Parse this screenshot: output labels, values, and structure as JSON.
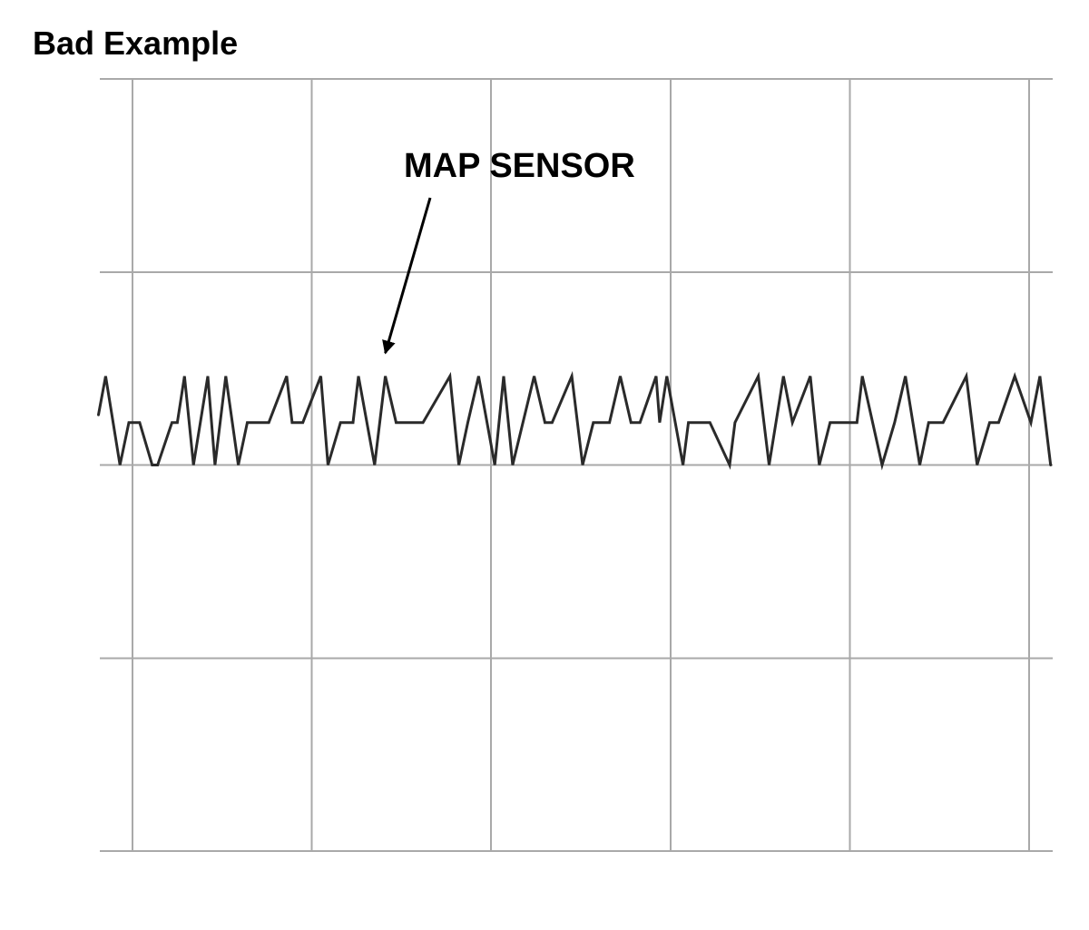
{
  "title": "Bad Example",
  "chart_data": {
    "type": "line",
    "title": "Bad Example",
    "xlabel": "",
    "ylabel": "",
    "xlim": [
      0,
      5.3
    ],
    "ylim": [
      0,
      4
    ],
    "grid": true,
    "x_grid_divisions": [
      0,
      1,
      2,
      3,
      4,
      5
    ],
    "y_grid_divisions": [
      0,
      1,
      2,
      3,
      4
    ],
    "annotations": [
      {
        "text": "MAP SENSOR",
        "points_to": {
          "x": 1.41,
          "y": 2.58
        }
      }
    ],
    "series": [
      {
        "name": "MAP SENSOR",
        "color": "#2a2a2a",
        "x": [
          -0.19,
          -0.15,
          -0.07,
          -0.02,
          0.04,
          0.11,
          0.14,
          0.22,
          0.25,
          0.29,
          0.34,
          0.42,
          0.46,
          0.52,
          0.59,
          0.64,
          0.7,
          0.76,
          0.86,
          0.89,
          0.95,
          1.05,
          1.09,
          1.16,
          1.23,
          1.26,
          1.35,
          1.41,
          1.47,
          1.55,
          1.57,
          1.62,
          1.77,
          1.82,
          1.87,
          1.93,
          2.02,
          2.07,
          2.12,
          2.24,
          2.3,
          2.34,
          2.45,
          2.51,
          2.57,
          2.66,
          2.72,
          2.78,
          2.83,
          2.92,
          2.94,
          2.98,
          3.07,
          3.1,
          3.15,
          3.19,
          3.22,
          3.33,
          3.36,
          3.49,
          3.55,
          3.63,
          3.68,
          3.78,
          3.83,
          3.89,
          3.96,
          4.04,
          4.07,
          4.18,
          4.25,
          4.31,
          4.39,
          4.44,
          4.52,
          4.65,
          4.71,
          4.78,
          4.83,
          4.92,
          5.01,
          5.06,
          5.12
        ],
        "y": [
          2.26,
          2.46,
          2.0,
          2.22,
          2.22,
          2.0,
          2.0,
          2.22,
          2.22,
          2.46,
          2.0,
          2.46,
          2.0,
          2.46,
          2.0,
          2.22,
          2.22,
          2.22,
          2.46,
          2.22,
          2.22,
          2.46,
          2.0,
          2.22,
          2.22,
          2.46,
          2.0,
          2.46,
          2.22,
          2.22,
          2.22,
          2.22,
          2.46,
          2.0,
          2.22,
          2.46,
          2.0,
          2.46,
          2.0,
          2.46,
          2.22,
          2.22,
          2.46,
          2.0,
          2.22,
          2.22,
          2.46,
          2.22,
          2.22,
          2.46,
          2.22,
          2.46,
          2.0,
          2.22,
          2.22,
          2.22,
          2.22,
          2.0,
          2.22,
          2.46,
          2.0,
          2.46,
          2.22,
          2.46,
          2.0,
          2.22,
          2.22,
          2.22,
          2.46,
          2.0,
          2.22,
          2.46,
          2.0,
          2.22,
          2.22,
          2.46,
          2.0,
          2.22,
          2.22,
          2.46,
          2.22,
          2.46,
          2.0
        ]
      }
    ]
  }
}
